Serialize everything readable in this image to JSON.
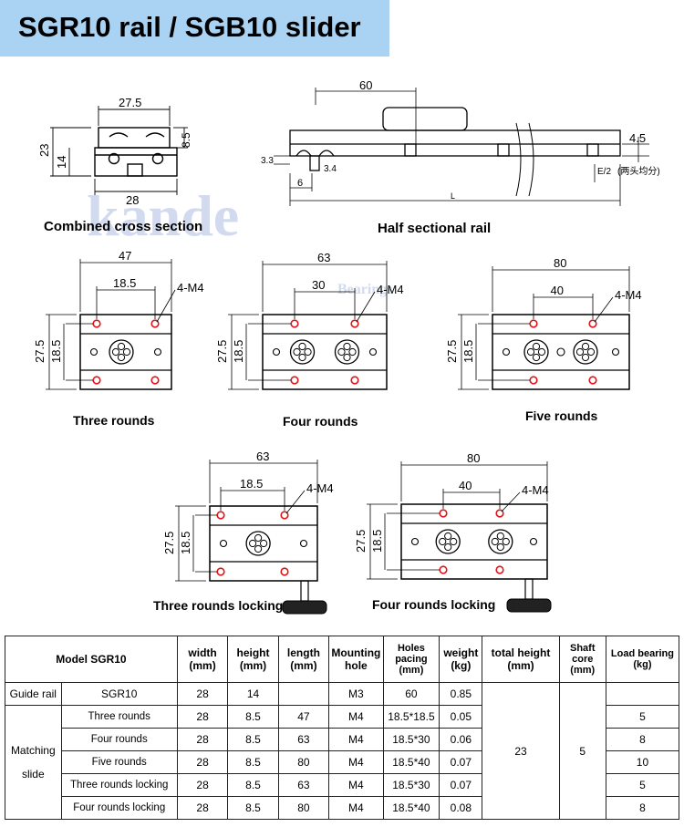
{
  "header": {
    "title": "SGR10 rail / SGB10 slider"
  },
  "watermark": {
    "text": "kande",
    "sub": "Bearings"
  },
  "cross_section": {
    "caption": "Combined cross section",
    "dim_top": "27.5",
    "dim_bottom": "28",
    "dim_left": "23",
    "dim_inner": "14",
    "dim_right": "8.5"
  },
  "half_rail": {
    "caption": "Half sectional rail",
    "dim_top": "60",
    "dim_right": "4.5",
    "dim_left": "3.3",
    "dim_small": "3.4",
    "dim_bottom": "6",
    "dim_e": "E/2",
    "dim_e_note": "(两头均分)",
    "dim_l": "L"
  },
  "sliders": [
    {
      "caption": "Three rounds",
      "width": "47",
      "pitch": "18.5",
      "holes": "4-M4",
      "height": "27.5",
      "inner": "18.5"
    },
    {
      "caption": "Four rounds",
      "width": "63",
      "pitch": "30",
      "holes": "4-M4",
      "height": "27.5",
      "inner": "18.5"
    },
    {
      "caption": "Five rounds",
      "width": "80",
      "pitch": "40",
      "holes": "4-M4",
      "height": "27.5",
      "inner": "18.5"
    },
    {
      "caption": "Three rounds locking",
      "width": "63",
      "pitch": "18.5",
      "holes": "4-M4",
      "height": "27.5",
      "inner": "18.5"
    },
    {
      "caption": "Four rounds  locking",
      "width": "80",
      "pitch": "40",
      "holes": "4-M4",
      "height": "27.5",
      "inner": "18.5"
    }
  ],
  "table": {
    "headers": {
      "model": "Model SGR10",
      "width": "width",
      "width_unit": "(mm)",
      "height": "height",
      "height_unit": "(mm)",
      "length": "length",
      "length_unit": "(mm)",
      "mount": "Mounting",
      "mount2": "hole",
      "holes": "Holes",
      "holes2": "pacing",
      "holes_unit": "(mm)",
      "weight": "weight",
      "weight_unit": "(kg)",
      "total": "total height",
      "total_unit": "(mm)",
      "shaft": "Shaft",
      "shaft2": "core",
      "shaft_unit": "(mm)",
      "load": "Load bearing",
      "load_unit": "(kg)"
    },
    "guide_label": "Guide rail",
    "guide": {
      "name": "SGR10",
      "width": "28",
      "height": "14",
      "length": "",
      "mount": "M3",
      "holes": "60",
      "weight": "0.85",
      "load": ""
    },
    "matching_label1": "Matching",
    "matching_label2": "slide",
    "total_height": "23",
    "shaft_core": "5",
    "rows": [
      {
        "name": "Three rounds",
        "width": "28",
        "height": "8.5",
        "length": "47",
        "mount": "M4",
        "holes": "18.5*18.5",
        "weight": "0.05",
        "load": "5"
      },
      {
        "name": "Four rounds",
        "width": "28",
        "height": "8.5",
        "length": "63",
        "mount": "M4",
        "holes": "18.5*30",
        "weight": "0.06",
        "load": "8"
      },
      {
        "name": "Five rounds",
        "width": "28",
        "height": "8.5",
        "length": "80",
        "mount": "M4",
        "holes": "18.5*40",
        "weight": "0.07",
        "load": "10"
      },
      {
        "name": "Three rounds locking",
        "width": "28",
        "height": "8.5",
        "length": "63",
        "mount": "M4",
        "holes": "18.5*30",
        "weight": "0.07",
        "load": "5"
      },
      {
        "name": "Four rounds  locking",
        "width": "28",
        "height": "8.5",
        "length": "80",
        "mount": "M4",
        "holes": "18.5*40",
        "weight": "0.08",
        "load": "8"
      }
    ]
  }
}
